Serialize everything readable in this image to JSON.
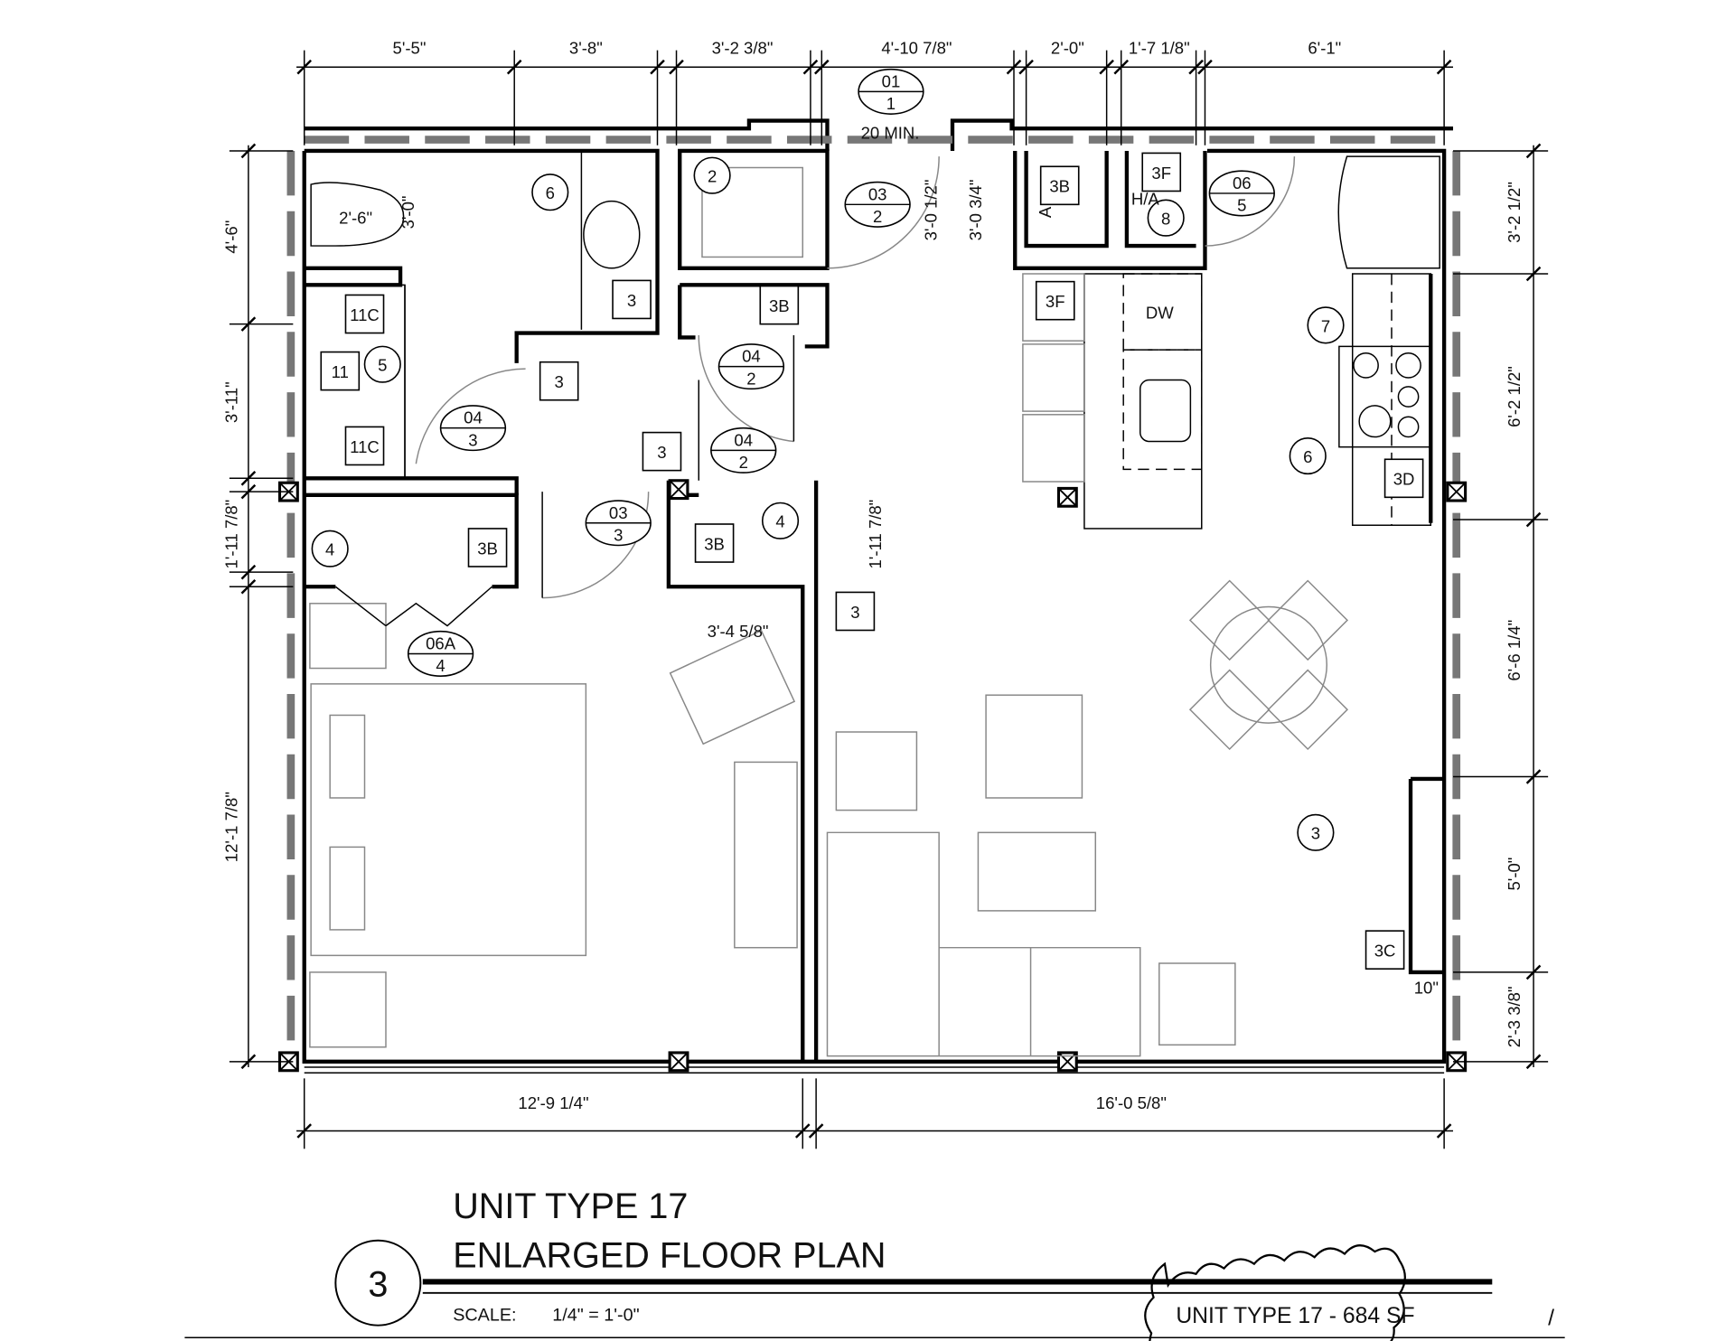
{
  "dimensions": {
    "top": [
      "5'-5\"",
      "3'-8\"",
      "3'-2 3/8\"",
      "4'-10 7/8\"",
      "2'-0\"",
      "1'-7 1/8\"",
      "6'-1\""
    ],
    "left": [
      "4'-6\"",
      "3'-11\"",
      "1'-11 7/8\"",
      "12'-1 7/8\""
    ],
    "right": [
      "3'-2 1/2\"",
      "6'-2 1/2\"",
      "6'-6 1/4\"",
      "5'-0\"",
      "2'-3 3/8\""
    ],
    "bottom": [
      "12'-9 1/4\"",
      "16'-0 5/8\""
    ],
    "interior": [
      "2'-6\"",
      "3'-0\"",
      "3'-0 1/2\"",
      "3'-0 3/4\"",
      "1'-11 7/8\"",
      "3'-4 5/8\"",
      "10\""
    ]
  },
  "tags": {
    "circles": [
      "6",
      "2",
      "5",
      "4",
      "4",
      "7",
      "6",
      "3",
      "8"
    ],
    "boxes": [
      "11C",
      "11",
      "11C",
      "3",
      "3",
      "3B",
      "3",
      "3B",
      "3B",
      "3",
      "3B",
      "3F",
      "3F",
      "3D",
      "3C"
    ],
    "doors": [
      {
        "top": "01",
        "bottom": "1"
      },
      {
        "top": "03",
        "bottom": "2"
      },
      {
        "top": "04",
        "bottom": "3"
      },
      {
        "top": "04",
        "bottom": "2"
      },
      {
        "top": "04",
        "bottom": "2"
      },
      {
        "top": "03",
        "bottom": "3"
      },
      {
        "top": "06",
        "bottom": "5"
      },
      {
        "top": "06A",
        "bottom": "4"
      }
    ]
  },
  "labels": {
    "rating": "20 MIN.",
    "dishwasher": "DW",
    "water_heater": "H/A",
    "air_handler": "A"
  },
  "title_block": {
    "detail_number": "3",
    "title_line1": "UNIT TYPE 17",
    "title_line2": "ENLARGED FLOOR PLAN",
    "scale_label": "SCALE:",
    "scale_value": "1/4\" = 1'-0\"",
    "area_note": "UNIT TYPE 17 - 684 SF"
  }
}
